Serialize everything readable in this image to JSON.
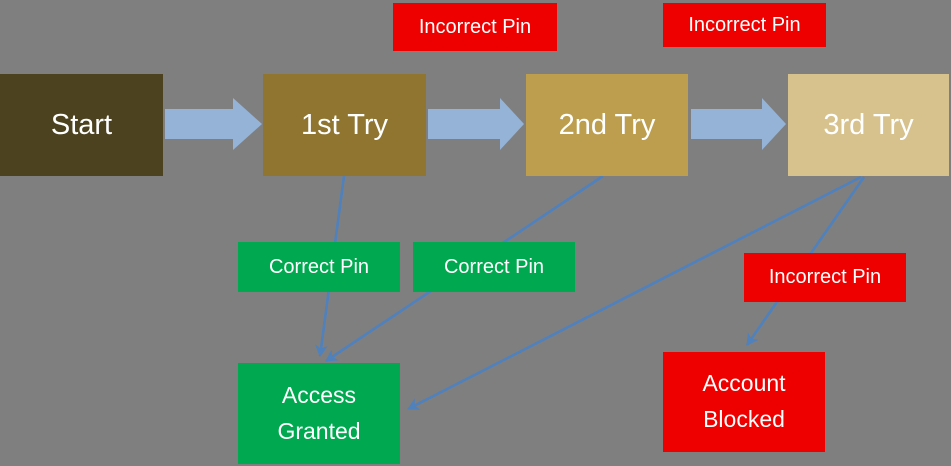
{
  "palette": {
    "background": "#7f7f7f",
    "start_fill": "#4d421f",
    "try1_fill": "#8f7530",
    "try2_fill": "#bc9e4e",
    "try3_fill": "#d7c28e",
    "success_fill": "#00a84f",
    "failure_fill": "#ee0000",
    "flow_arrow": "#95b3d7",
    "connector": "#4f81bd",
    "text": "#ffffff"
  },
  "nodes": {
    "start": {
      "label": "Start"
    },
    "try1": {
      "label": "1st Try"
    },
    "try2": {
      "label": "2nd Try"
    },
    "try3": {
      "label": "3rd Try"
    },
    "incorrect_pin_1": {
      "label": "Incorrect Pin"
    },
    "incorrect_pin_2": {
      "label": "Incorrect Pin"
    },
    "incorrect_pin_3": {
      "label": "Incorrect Pin"
    },
    "correct_pin_1": {
      "label": "Correct Pin"
    },
    "correct_pin_2": {
      "label": "Correct Pin"
    },
    "access_granted": {
      "label": "Access Granted"
    },
    "account_blocked": {
      "label": "Account Blocked"
    }
  },
  "edges": [
    {
      "from": "start",
      "to": "try1",
      "style": "block-arrow"
    },
    {
      "from": "try1",
      "to": "try2",
      "style": "block-arrow",
      "label": "Incorrect Pin"
    },
    {
      "from": "try2",
      "to": "try3",
      "style": "block-arrow",
      "label": "Incorrect Pin"
    },
    {
      "from": "try1",
      "to": "access_granted",
      "style": "line-arrow",
      "label": "Correct Pin"
    },
    {
      "from": "try2",
      "to": "access_granted",
      "style": "line-arrow",
      "label": "Correct Pin"
    },
    {
      "from": "try3",
      "to": "access_granted",
      "style": "line-arrow"
    },
    {
      "from": "try3",
      "to": "account_blocked",
      "style": "line-arrow",
      "label": "Incorrect Pin"
    }
  ]
}
